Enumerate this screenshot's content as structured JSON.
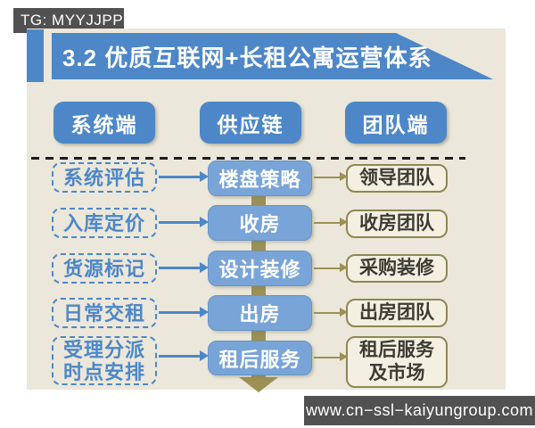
{
  "watermarks": {
    "tg_badge": "TG: MYYJJPP",
    "site_url": "www.cn−ssl−kaiyungroup.com"
  },
  "title": "3.2 优质互联网+长租公寓运营体系",
  "columns": {
    "system": "系统端",
    "supply": "供应链",
    "team": "团队端"
  },
  "rows": [
    {
      "left": "系统评估",
      "middle": "楼盘策略",
      "right": "领导团队"
    },
    {
      "left": "入库定价",
      "middle": "收房",
      "right": "收房团队"
    },
    {
      "left": "货源标记",
      "middle": "设计装修",
      "right": "采购装修"
    },
    {
      "left": "日常交租",
      "middle": "出房",
      "right": "出房团队"
    },
    {
      "left": "受理分派\n时点安排",
      "middle": "租后服务",
      "right": "租后服务\n及市场"
    }
  ],
  "icons": {
    "flow_down_arrow": "down-arrow",
    "row_arrows": "right-arrow"
  },
  "colors": {
    "canvas_beige": "#ebe7da",
    "primary_blue": "#4d87c8",
    "light_blue_box": "#79a4d8",
    "olive_connector": "#9c9155",
    "watermark_gray": "#515151",
    "right_box_fill": "#f3f0e2",
    "right_box_text": "#3c3c32"
  }
}
